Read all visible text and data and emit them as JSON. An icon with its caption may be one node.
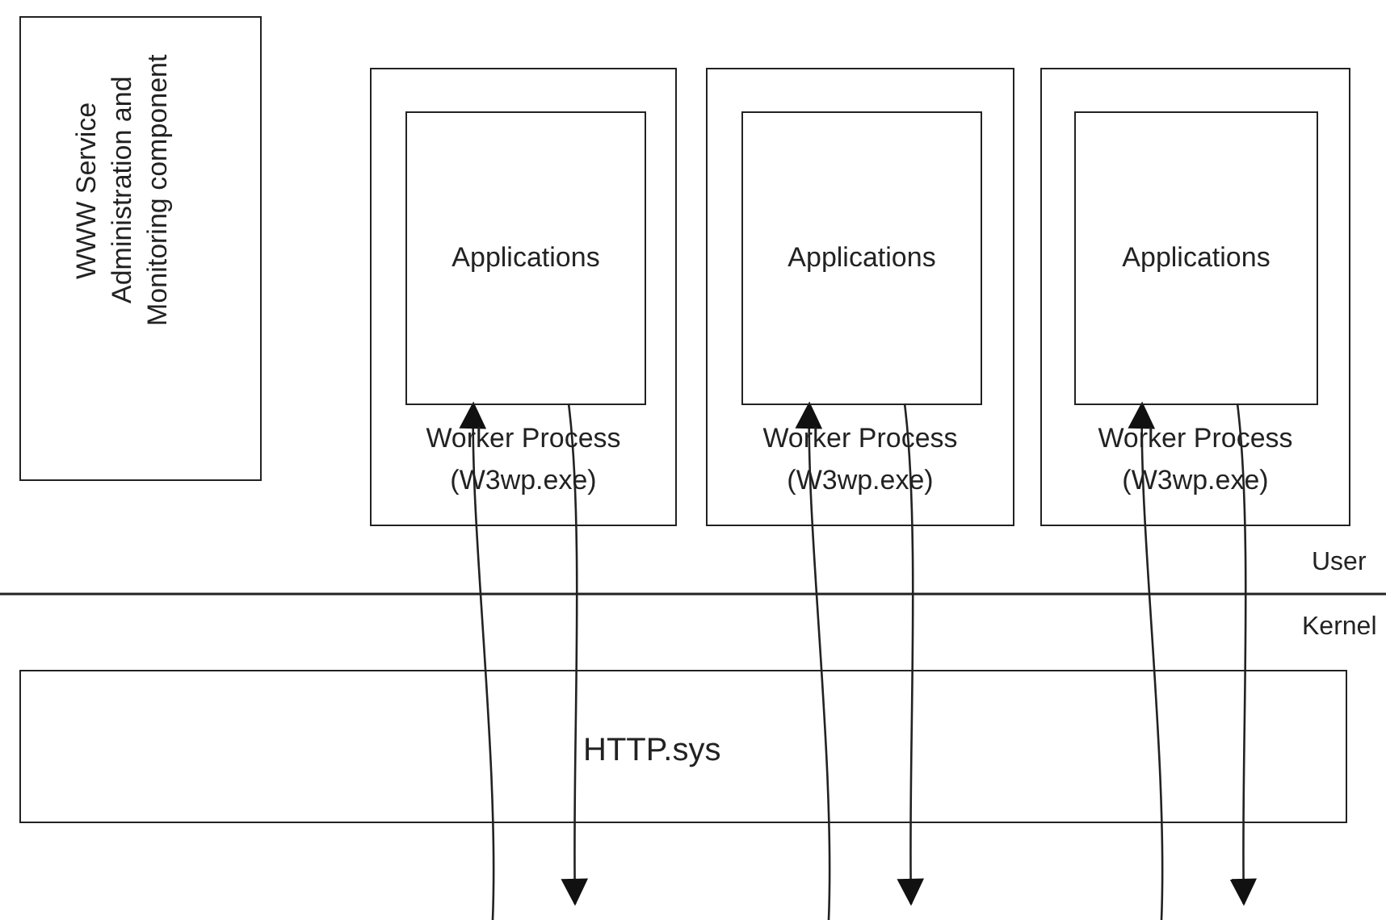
{
  "diagram": {
    "nodes": [
      {
        "text": [
          "WWW Service Administration and Monitoring component"
        ]
      },
      {
        "text": [
          "Worker Process (W3wp.exe)"
        ]
      },
      {
        "text": [
          "Applications"
        ],
        "in": 1
      },
      {
        "text": [
          "Worker Process (W3wp.exe)"
        ]
      },
      {
        "text": [
          "Applications"
        ],
        "in": 3
      },
      {
        "text": [
          "Worker Process (W3wp.exe)"
        ]
      },
      {
        "text": [
          "Applications"
        ],
        "in": 5
      },
      {
        "text": [
          "HTTP.sys"
        ]
      }
    ],
    "edges": [
      {
        "from": null,
        "to": 2,
        "arrow": "to"
      },
      {
        "from": 2,
        "to": null,
        "arrow": "to"
      },
      {
        "from": null,
        "to": 4,
        "arrow": "to"
      },
      {
        "from": 4,
        "to": null,
        "arrow": "to"
      },
      {
        "from": null,
        "to": 6,
        "arrow": "to"
      },
      {
        "from": 6,
        "to": null,
        "arrow": "to"
      }
    ],
    "labels": [
      "User",
      "Kernel"
    ]
  }
}
